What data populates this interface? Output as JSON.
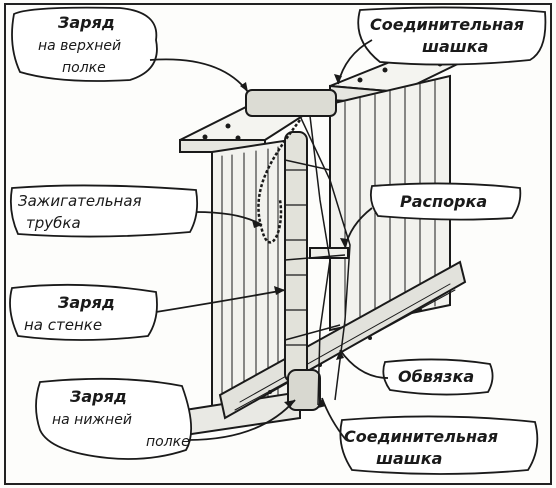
{
  "labels": {
    "top_charge": [
      "Заряд",
      "на верхней",
      "полке"
    ],
    "top_connector": [
      "Соединительная",
      "шашка"
    ],
    "ignition_tube": [
      "Зажигательная",
      "трубка"
    ],
    "spacer": [
      "Распорка"
    ],
    "wall_charge": [
      "Заряд",
      "на стенке"
    ],
    "binding": [
      "Обвязка"
    ],
    "bottom_charge": [
      "Заряд",
      "на нижней",
      "полке"
    ],
    "bottom_connector": [
      "Соединительная",
      "шашка"
    ]
  }
}
